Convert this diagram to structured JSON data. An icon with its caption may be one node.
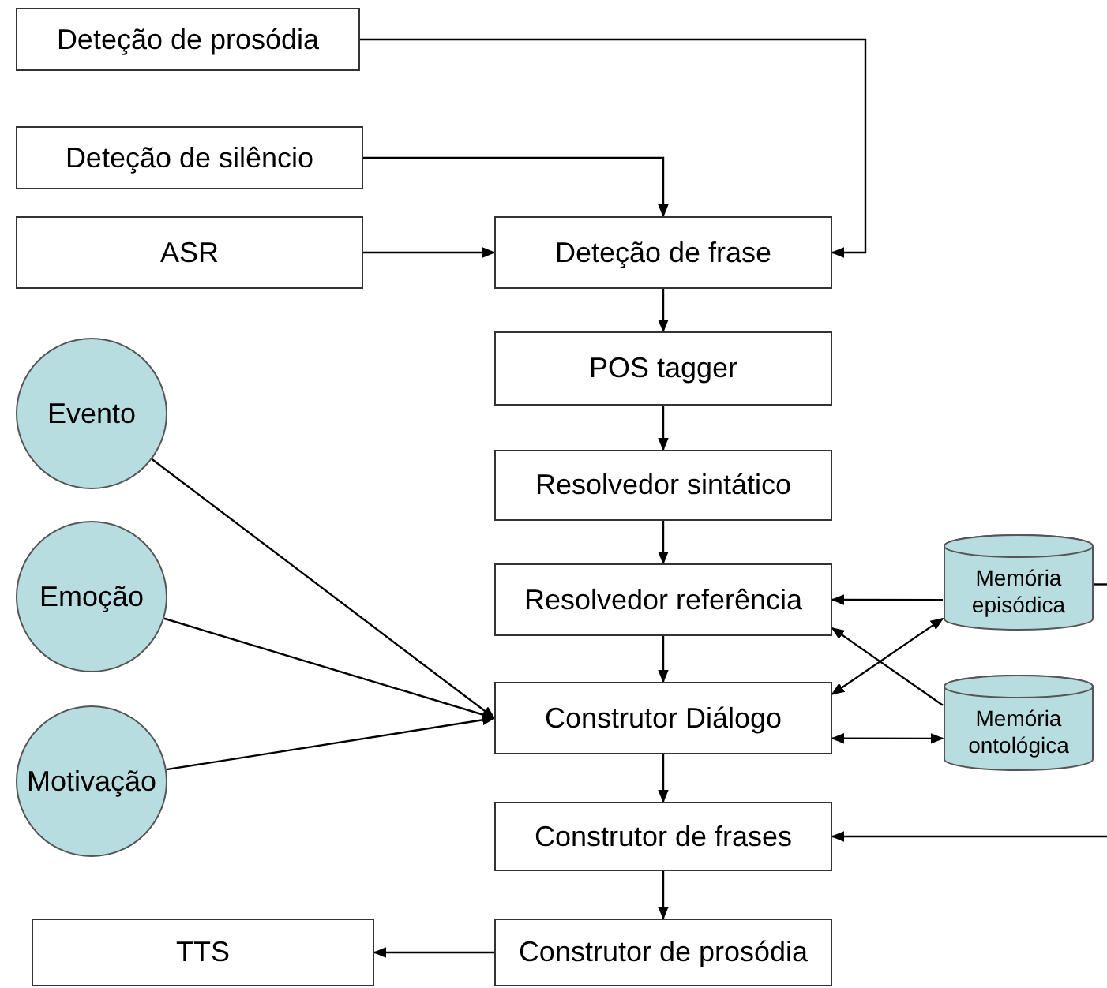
{
  "diagram": {
    "nodes": [
      {
        "text": [
          "Deteção de prosódia"
        ]
      },
      {
        "text": [
          "Deteção de silêncio"
        ]
      },
      {
        "text": [
          "ASR"
        ]
      },
      {
        "text": [
          "Deteção de frase"
        ]
      },
      {
        "text": [
          "POS tagger"
        ]
      },
      {
        "text": [
          "Resolvedor sintático"
        ]
      },
      {
        "text": [
          "Resolvedor referência"
        ]
      },
      {
        "text": [
          "Construtor Diálogo"
        ]
      },
      {
        "text": [
          "Construtor de frases"
        ]
      },
      {
        "text": [
          "Construtor de prosódia"
        ]
      },
      {
        "text": [
          "TTS"
        ]
      },
      {
        "text": [
          "Evento"
        ]
      },
      {
        "text": [
          "Emoção"
        ]
      },
      {
        "text": [
          "Motivação"
        ]
      },
      {
        "text": [
          "Memória episódica"
        ]
      },
      {
        "text": [
          "Memória ontológica"
        ]
      }
    ],
    "edges": [
      {
        "from": 0,
        "to": 3,
        "arrow": "to"
      },
      {
        "from": 1,
        "to": 3,
        "arrow": "to"
      },
      {
        "from": 2,
        "to": 3,
        "arrow": "to"
      },
      {
        "from": 3,
        "to": 4,
        "arrow": "to"
      },
      {
        "from": 4,
        "to": 5,
        "arrow": "to"
      },
      {
        "from": 5,
        "to": 6,
        "arrow": "to"
      },
      {
        "from": 6,
        "to": 7,
        "arrow": "to"
      },
      {
        "from": 7,
        "to": 8,
        "arrow": "to"
      },
      {
        "from": 8,
        "to": 9,
        "arrow": "to"
      },
      {
        "from": 9,
        "to": 10,
        "arrow": "to"
      },
      {
        "from": 11,
        "to": 7,
        "arrow": "to"
      },
      {
        "from": 12,
        "to": 7,
        "arrow": "to"
      },
      {
        "from": 13,
        "to": 7,
        "arrow": "to"
      },
      {
        "from": 14,
        "to": 6,
        "arrow": "to"
      },
      {
        "from": 14,
        "to": 7,
        "arrow": "both"
      },
      {
        "from": 15,
        "to": 6,
        "arrow": "to"
      },
      {
        "from": 7,
        "to": 15,
        "arrow": "both"
      },
      {
        "from": 14,
        "to": null,
        "arrow": "none"
      },
      {
        "from": null,
        "to": 8,
        "arrow": "to"
      }
    ]
  }
}
